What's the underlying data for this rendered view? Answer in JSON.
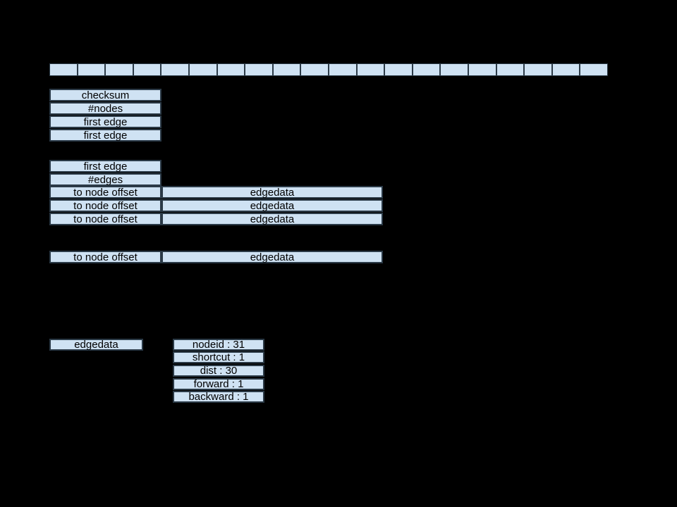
{
  "colors": {
    "background": "#000000",
    "box_fill": "#cfe2f3",
    "box_border": "#2b3a47",
    "text": "#000000"
  },
  "ruler": {
    "cells": 20
  },
  "node_header": {
    "rows": [
      "checksum",
      "#nodes",
      "first edge",
      "first edge"
    ]
  },
  "edge_section": {
    "rows": [
      "first edge",
      "#edges"
    ],
    "table_rows": [
      {
        "offset": "to node offset",
        "data": "edgedata"
      },
      {
        "offset": "to node offset",
        "data": "edgedata"
      },
      {
        "offset": "to node offset",
        "data": "edgedata"
      }
    ]
  },
  "detached_row": {
    "offset": "to node offset",
    "data": "edgedata"
  },
  "edgedata_detail": {
    "label": "edgedata",
    "fields": [
      "nodeid : 31",
      "shortcut : 1",
      "dist : 30",
      "forward : 1",
      "backward : 1"
    ]
  }
}
